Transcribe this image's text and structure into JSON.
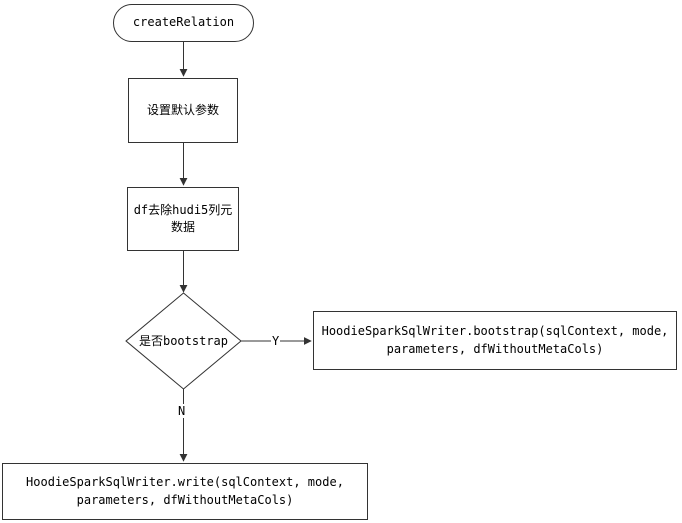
{
  "flowchart": {
    "nodes": {
      "start": {
        "shape": "terminator",
        "label": "createRelation"
      },
      "set_defaults": {
        "shape": "process",
        "label": "设置默认参数"
      },
      "remove_meta": {
        "shape": "process",
        "label": "df去除hudi5列元数据"
      },
      "decision": {
        "shape": "decision",
        "label": "是否bootstrap"
      },
      "bootstrap_call": {
        "shape": "process",
        "label": "HoodieSparkSqlWriter.bootstrap(sqlContext, mode, parameters, dfWithoutMetaCols)"
      },
      "write_call": {
        "shape": "process",
        "label": "HoodieSparkSqlWriter.write(sqlContext, mode, parameters, dfWithoutMetaCols)"
      }
    },
    "edge_labels": {
      "yes": "Y",
      "no": "N"
    },
    "colors": {
      "border": "#333333",
      "arrow": "#333333",
      "text": "#000000",
      "background": "#ffffff"
    }
  }
}
